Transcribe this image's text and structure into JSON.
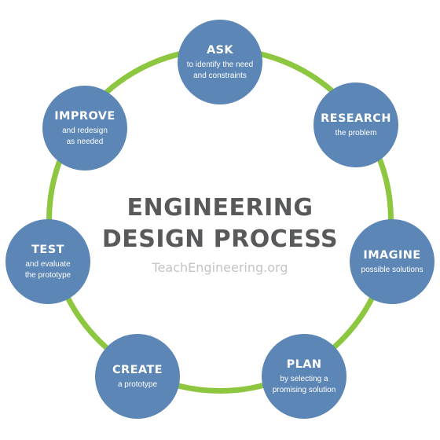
{
  "title": "ENGINEERING\nDESIGN PROCESS",
  "source": "TeachEngineering.org",
  "colors": {
    "node": "#5b86b5",
    "ring": "#8dc63f",
    "title": "#58595b",
    "source": "#c4c4c4"
  },
  "steps": [
    {
      "title": "ASK",
      "desc": "to identify the need\nand constraints"
    },
    {
      "title": "RESEARCH",
      "desc": "the problem"
    },
    {
      "title": "IMAGINE",
      "desc": "possible solutions"
    },
    {
      "title": "PLAN",
      "desc": "by selecting a\npromising solution"
    },
    {
      "title": "CREATE",
      "desc": "a prototype"
    },
    {
      "title": "TEST",
      "desc": "and evaluate\nthe prototype"
    },
    {
      "title": "IMPROVE",
      "desc": "and redesign\nas needed"
    }
  ]
}
